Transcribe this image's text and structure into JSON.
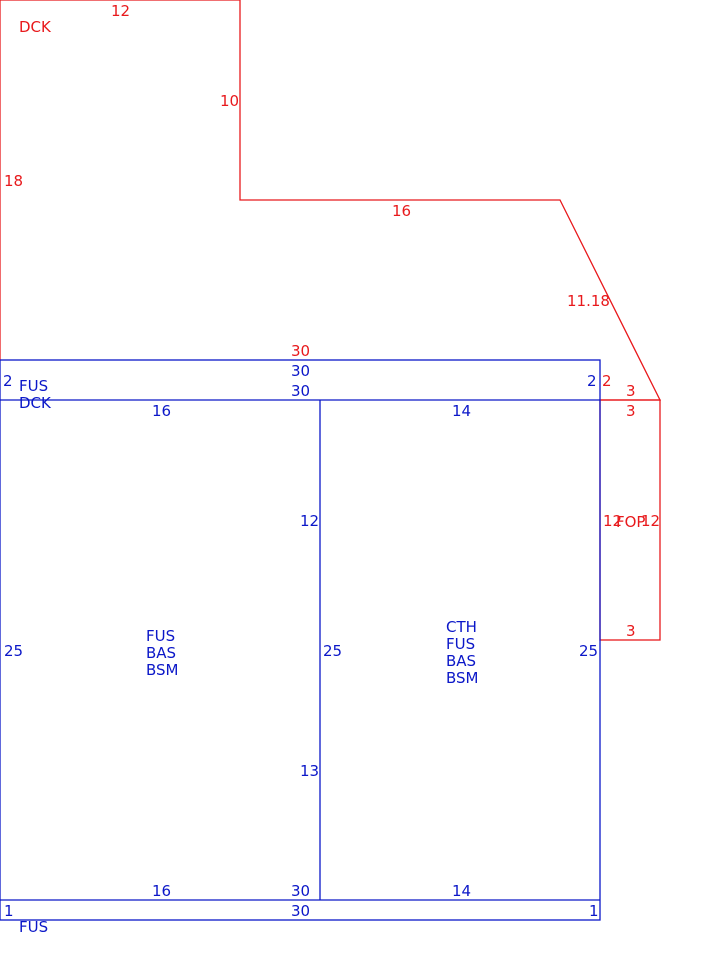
{
  "colors": {
    "red": "#e8191c",
    "blue": "#0b17c8",
    "background": "#ffffff"
  },
  "deck": {
    "name": "DCK",
    "dims": {
      "top": "12",
      "left": "18",
      "inner_vertical": "10",
      "inner_horizontal": "16",
      "diagonal": "11.18",
      "bottom": "30",
      "right": "2"
    }
  },
  "strip_top": {
    "labels": [
      "FUS",
      "DCK"
    ],
    "dims": {
      "top": "30",
      "bottom": "30",
      "left": "2",
      "right": "2"
    }
  },
  "room_left": {
    "labels": [
      "FUS",
      "BAS",
      "BSM"
    ],
    "dims": {
      "top": "16",
      "bottom": "16",
      "left": "25",
      "right_upper": "12",
      "right_lower": "13"
    }
  },
  "room_right": {
    "labels": [
      "CTH",
      "FUS",
      "BAS",
      "BSM"
    ],
    "dims": {
      "top": "14",
      "bottom": "14",
      "left": "25",
      "right": "25"
    }
  },
  "bottom_dims": {
    "total": "30",
    "center_top": "30"
  },
  "strip_bottom": {
    "label": "FUS",
    "dims": {
      "bottom": "30",
      "left": "1",
      "right": "1"
    }
  },
  "porch": {
    "name": "FOP",
    "dims": {
      "top_outer": "3",
      "top_inner": "3",
      "bottom": "3",
      "left": "12",
      "right": "12"
    }
  }
}
